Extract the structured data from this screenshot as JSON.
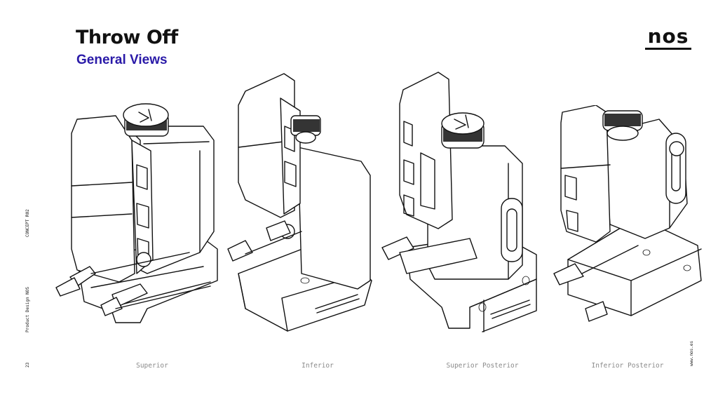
{
  "header": {
    "title": "Throw Off",
    "subtitle": "General Views",
    "logo": "nos"
  },
  "side_labels": {
    "concept": "CONCEPT R02",
    "product": "Product Design NOS",
    "page_number": "23",
    "url": "www.nos.es"
  },
  "views": [
    {
      "id": "superior",
      "caption": "Superior"
    },
    {
      "id": "inferior",
      "caption": "Inferior"
    },
    {
      "id": "superior-posterior",
      "caption": "Superior Posterior"
    },
    {
      "id": "inferior-posterior",
      "caption": "Inferior Posterior"
    }
  ],
  "colors": {
    "subtitle": "#2a1aa8",
    "caption": "#8a8a8a",
    "line": "#111111"
  }
}
